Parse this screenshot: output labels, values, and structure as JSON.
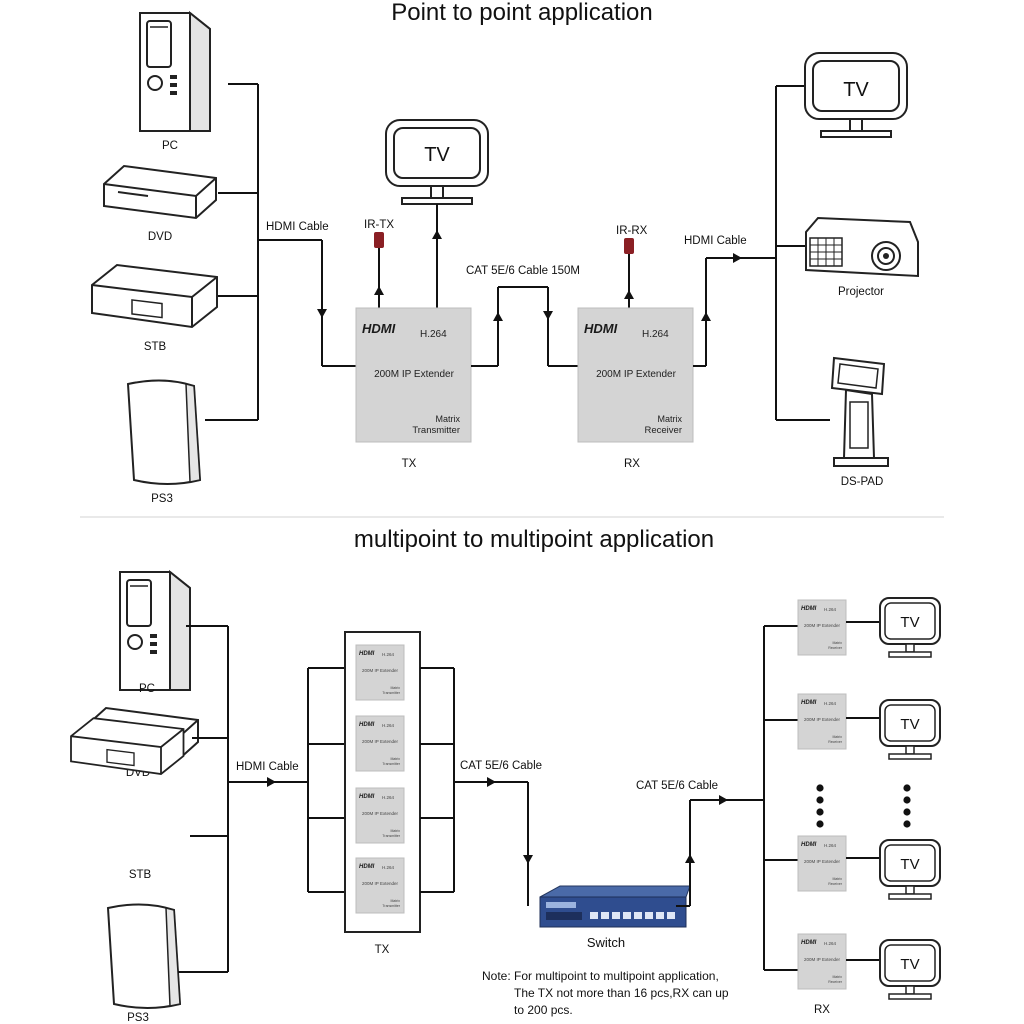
{
  "top": {
    "title": "Point to point application",
    "sources": [
      "PC",
      "DVD",
      "STB",
      "PS3"
    ],
    "cable_left": "HDMI Cable",
    "cable_mid": "CAT 5E/6 Cable 150M",
    "cable_right": "HDMI Cable",
    "ir_tx": "IR-TX",
    "ir_rx": "IR-RX",
    "tv_label": "TV",
    "tx": {
      "logo": "HDMI",
      "codec": "H.264",
      "name": "200M IP Extender",
      "role_1": "Matrix",
      "role_2": "Transmitter",
      "caption": "TX"
    },
    "rx": {
      "logo": "HDMI",
      "codec": "H.264",
      "name": "200M IP Extender",
      "role_1": "Matrix",
      "role_2": "Receiver",
      "caption": "RX"
    },
    "displays": [
      "Projector",
      "DS-PAD"
    ]
  },
  "bottom": {
    "title": "multipoint to multipoint  application",
    "sources": [
      "PC",
      "DVD",
      "STB",
      "PS3"
    ],
    "cable_left": "HDMI Cable",
    "cable_mid": "CAT 5E/6 Cable",
    "cable_right": "CAT 5E/6 Cable",
    "tx_caption": "TX",
    "rx_caption": "RX",
    "switch_label": "Switch",
    "tv_label": "TV",
    "mini_tx": {
      "logo": "HDMI",
      "codec": "H.264",
      "name": "200M IP Extender",
      "role_1": "Matrix",
      "role_2": "Transmitter"
    },
    "mini_rx": {
      "logo": "HDMI",
      "codec": "H.264",
      "name": "200M IP Extender",
      "role_1": "Matrix",
      "role_2": "Receiver"
    },
    "note": [
      "Note: For multipoint to multipoint application,",
      "The TX not more than 16 pcs,RX can up",
      "to 200 pcs."
    ]
  }
}
